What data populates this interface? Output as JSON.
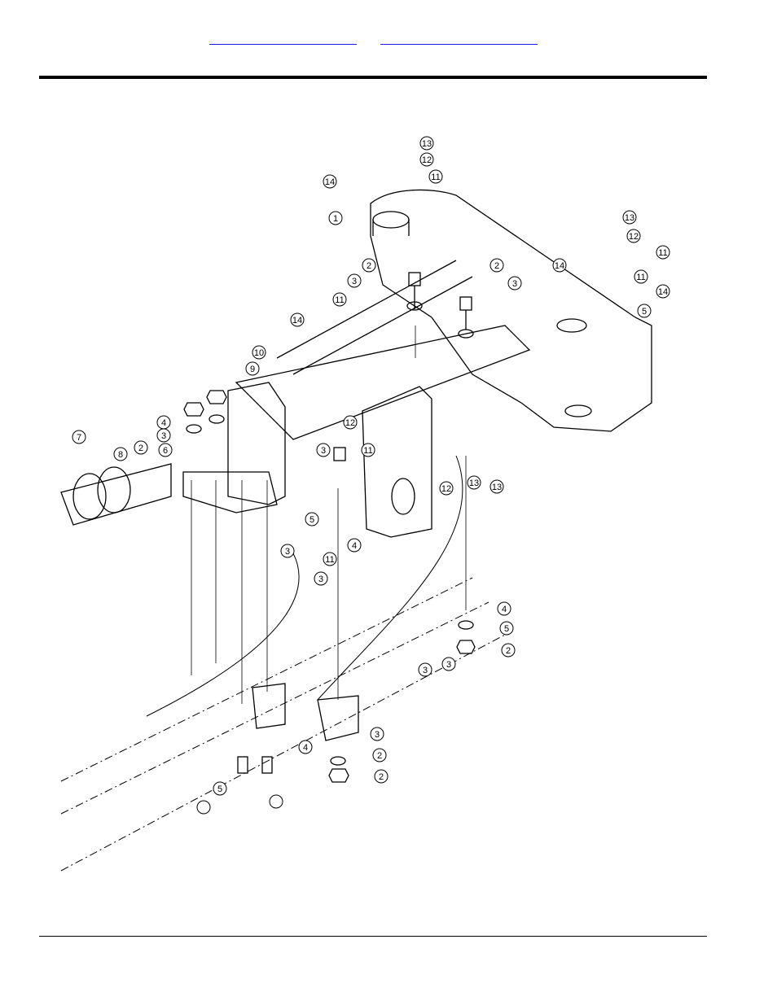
{
  "header": {
    "links": [
      {
        "id": "link-1",
        "text": ""
      },
      {
        "id": "link-2",
        "text": ""
      }
    ]
  },
  "callouts": [
    "13",
    "12",
    "11",
    "14",
    "1",
    "2",
    "3",
    "2",
    "3",
    "11",
    "14",
    "10",
    "9",
    "13",
    "12",
    "11",
    "14",
    "11",
    "14",
    "5",
    "4",
    "3",
    "6",
    "7",
    "8",
    "2",
    "12",
    "3",
    "11",
    "12",
    "13",
    "13",
    "5",
    "4",
    "11",
    "3",
    "3",
    "4",
    "5",
    "2",
    "3",
    "3",
    "4",
    "5",
    "3",
    "2",
    "2"
  ],
  "colors": {
    "line": "#000000",
    "link": "#1a1aee"
  }
}
